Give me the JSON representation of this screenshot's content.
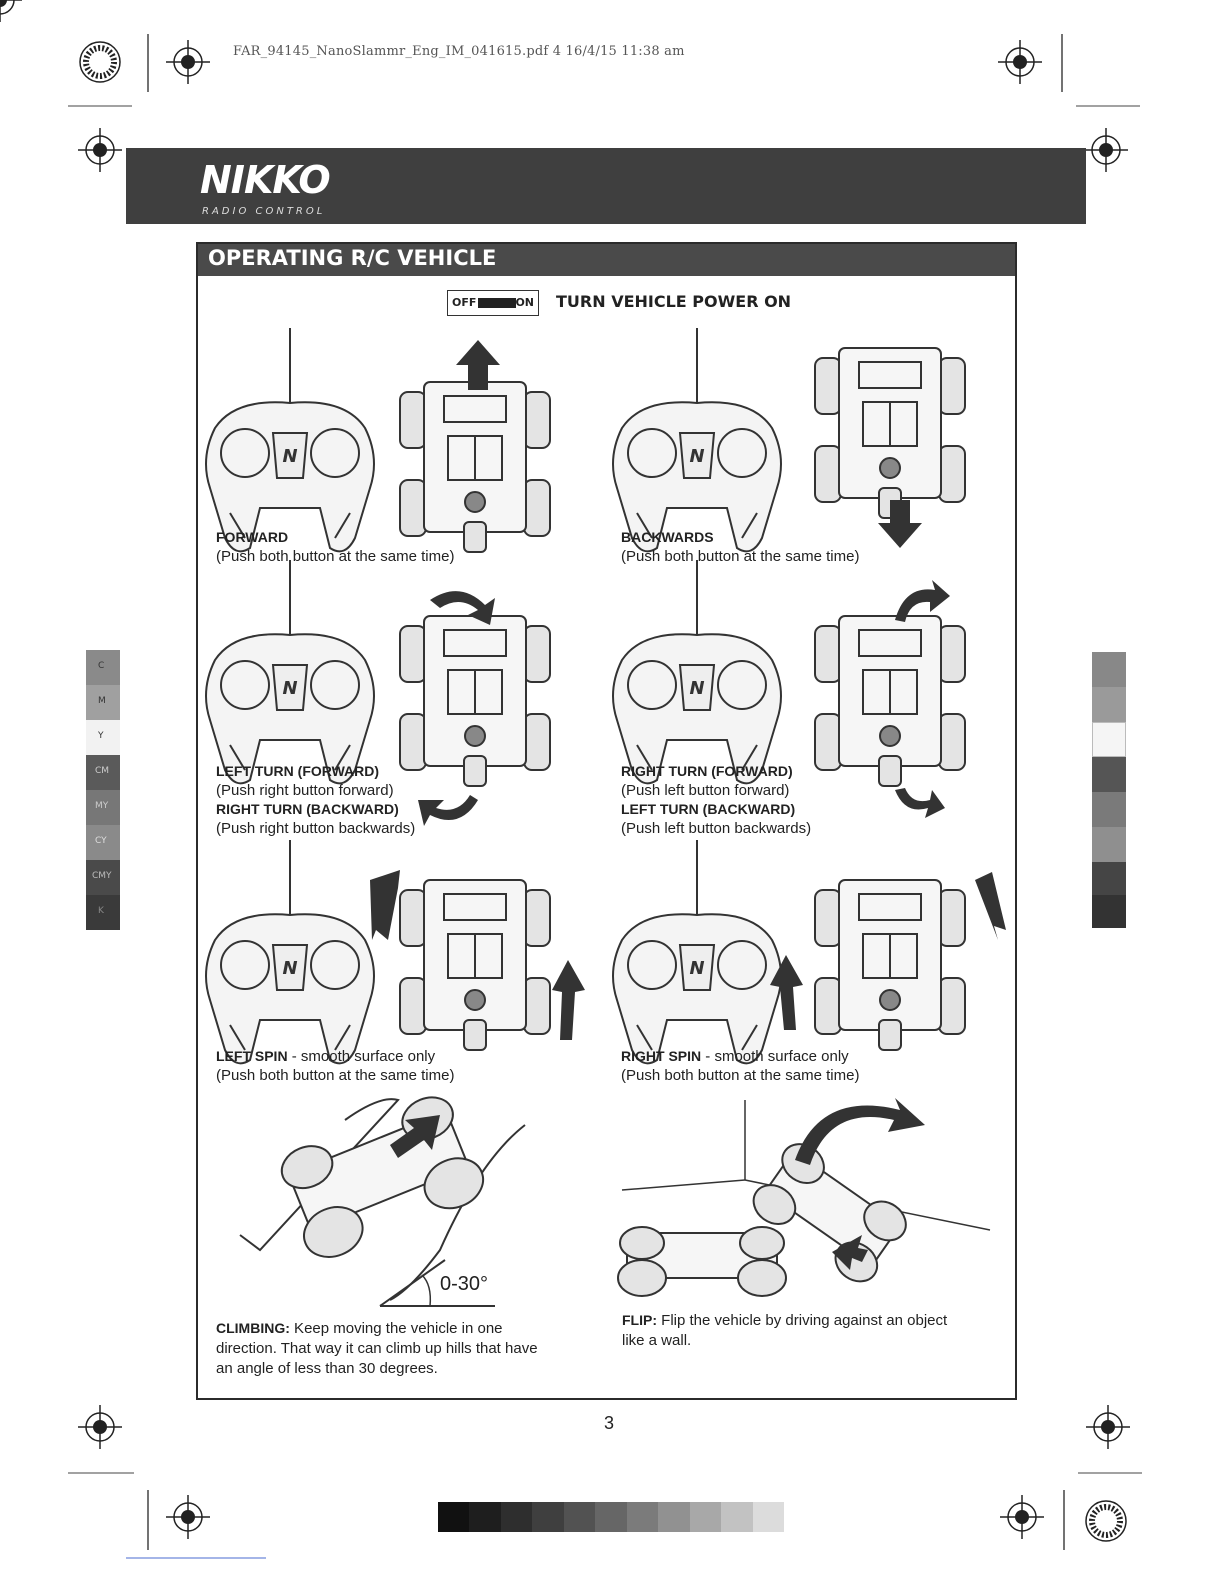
{
  "header": {
    "file_info": "FAR_94145_NanoSlammr_Eng_IM_041615.pdf   4   16/4/15   11:38 am"
  },
  "brand": {
    "logo": "NIKKO",
    "sub": "RADIO CONTROL"
  },
  "section": {
    "title": "OPERATING R/C VEHICLE"
  },
  "power": {
    "off": "OFF",
    "on": "ON",
    "label": "TURN VEHICLE POWER ON"
  },
  "captions": {
    "forward": {
      "title": "FORWARD",
      "text": "(Push both button at the same time)"
    },
    "backwards": {
      "title": "BACKWARDS",
      "text": "(Push both button at the same time)"
    },
    "left_turn": {
      "title1": "LEFT TURN (FORWARD)",
      "text1": "(Push right button forward)",
      "title2": "RIGHT TURN (BACKWARD)",
      "text2": "(Push right button backwards)"
    },
    "right_turn": {
      "title1": "RIGHT TURN (FORWARD)",
      "text1": "(Push left button forward)",
      "title2": "LEFT TURN (BACKWARD)",
      "text2": "(Push left button backwards)"
    },
    "left_spin": {
      "title": "LEFT SPIN",
      "suffix": " - smooth surface only",
      "text": "(Push both button at the same time)"
    },
    "right_spin": {
      "title": "RIGHT SPIN",
      "suffix": " - smooth surface only",
      "text": "(Push both button at the same time)"
    },
    "climbing": {
      "title": "CLIMBING:",
      "text": " Keep moving the vehicle in one direction. That way it can climb up hills that have an angle of less than 30 degrees.",
      "angle": "0-30°"
    },
    "flip": {
      "title": "FLIP:",
      "text": " Flip the vehicle by driving against an object like a wall."
    }
  },
  "color_bar_left": {
    "labels": [
      "C",
      "M",
      "Y",
      "CM",
      "MY",
      "CY",
      "CMY",
      "K"
    ]
  },
  "page": {
    "number": "3"
  }
}
